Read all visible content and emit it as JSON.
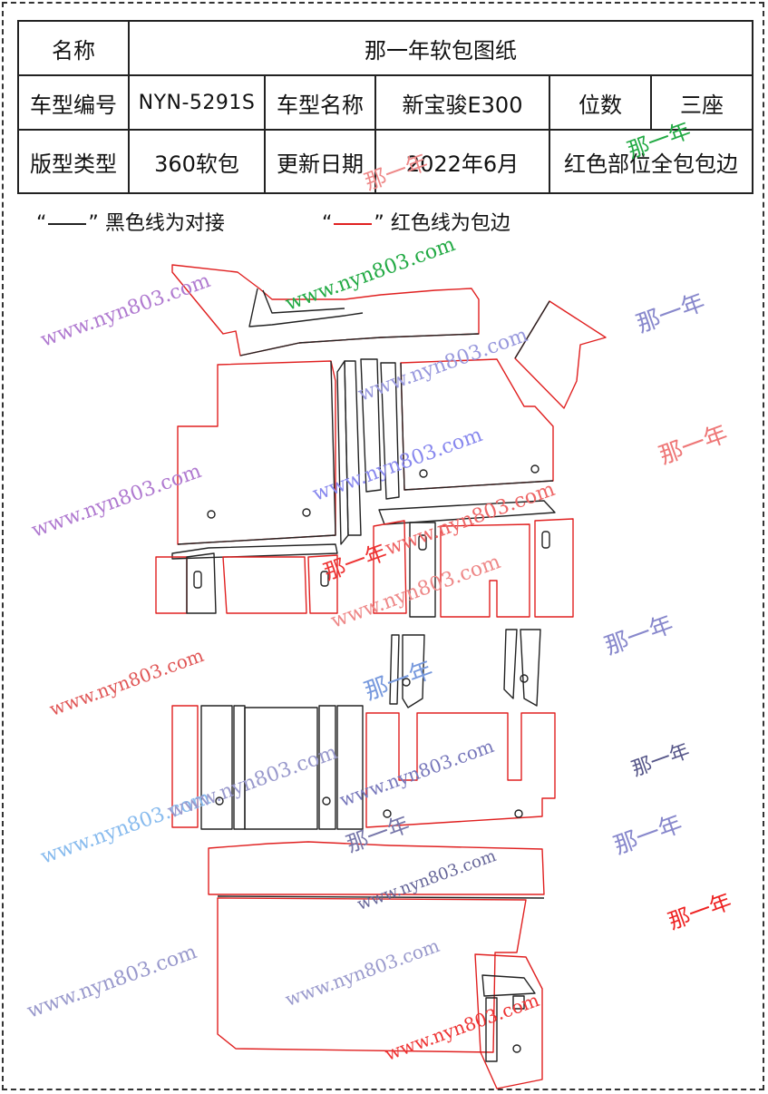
{
  "spec_table": {
    "r1": {
      "name_label": "名称",
      "name_value": "那一年软包图纸"
    },
    "r2": {
      "model_no_label": "车型编号",
      "model_no_value": "NYN-5291S",
      "model_name_label": "车型名称",
      "model_name_value": "新宝骏E300",
      "seats_label": "位数",
      "seats_value": "三座"
    },
    "r3": {
      "type_label": "版型类型",
      "type_value": "360软包",
      "date_label": "更新日期",
      "date_value": "2022年6月",
      "note": "红色部位全包包边"
    }
  },
  "legend": {
    "black": {
      "open": "“",
      "close": "”",
      "text": "黑色线为对接"
    },
    "red": {
      "open": "“",
      "close": "”",
      "text": "红色线为包边"
    }
  },
  "colors": {
    "outline": "#222222",
    "edge": "#e02020",
    "frame": "#333333"
  },
  "watermarks": [
    {
      "text": "www.nyn803.com",
      "color": "#b07ad0",
      "rotate": -20
    },
    {
      "text": "www.nyn803.com",
      "color": "#22aa44",
      "rotate": -20
    },
    {
      "text": "那一年",
      "color": "#8888cc",
      "rotate": -20
    },
    {
      "text": "那一年",
      "color": "#22aa44",
      "rotate": -20
    },
    {
      "text": "www.nyn803.com",
      "color": "#8888ee",
      "rotate": -20
    },
    {
      "text": "那一年",
      "color": "#ee7777",
      "rotate": -20
    },
    {
      "text": "那一年",
      "color": "#ee8888",
      "rotate": -20
    },
    {
      "text": "www.nyn803.com",
      "color": "#b07ad0",
      "rotate": -20
    },
    {
      "text": "www.nyn803.com",
      "color": "#9999dd",
      "rotate": -20
    },
    {
      "text": "www.nyn803.com",
      "color": "#ee8888",
      "rotate": -20
    },
    {
      "text": "那一年",
      "color": "#ee3333",
      "rotate": -20
    },
    {
      "text": "那一年",
      "color": "#8888cc",
      "rotate": -20
    },
    {
      "text": "那一年",
      "color": "#7799dd",
      "rotate": -20
    },
    {
      "text": "www.nyn803.com",
      "color": "#ee6666",
      "rotate": -20
    },
    {
      "text": "www.nyn803.com",
      "color": "#e05555",
      "rotate": -20
    },
    {
      "text": "www.nyn803.com",
      "color": "#7777bb",
      "rotate": -20
    },
    {
      "text": "那一年",
      "color": "#555588",
      "rotate": -20
    },
    {
      "text": "那一年",
      "color": "#8888cc",
      "rotate": -20
    },
    {
      "text": "www.nyn803.com",
      "color": "#88bbee",
      "rotate": -20
    },
    {
      "text": "那一年",
      "color": "#7777aa",
      "rotate": -20
    },
    {
      "text": "www.nyn803.com",
      "color": "#666699",
      "rotate": -20
    },
    {
      "text": "那一年",
      "color": "#ee2222",
      "rotate": -20
    },
    {
      "text": "www.nyn803.com",
      "color": "#9999cc",
      "rotate": -20
    },
    {
      "text": "www.nyn803.com",
      "color": "#9999cc",
      "rotate": -20
    },
    {
      "text": "www.nyn803.com",
      "color": "#9999cc",
      "rotate": -20
    },
    {
      "text": "www.nyn803.com",
      "color": "#ee3333",
      "rotate": -20
    }
  ]
}
